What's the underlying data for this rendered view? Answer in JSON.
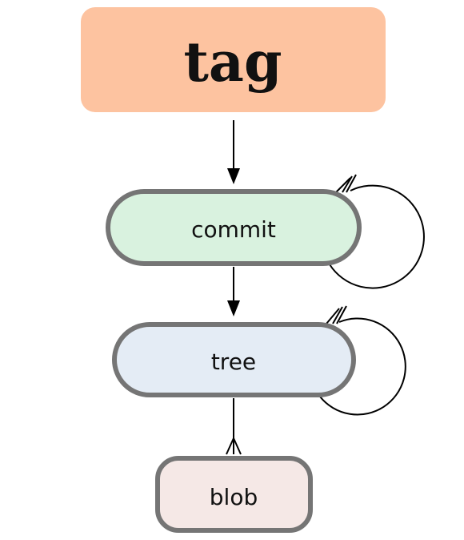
{
  "diagram": {
    "nodes": [
      {
        "id": "tag",
        "label": "tag",
        "fill": "#fdc3a0",
        "shape": "rounded-rect"
      },
      {
        "id": "commit",
        "label": "commit",
        "fill": "#d9f2df",
        "stroke": "#757575",
        "shape": "pill"
      },
      {
        "id": "tree",
        "label": "tree",
        "fill": "#e4ecf5",
        "stroke": "#757575",
        "shape": "pill"
      },
      {
        "id": "blob",
        "label": "blob",
        "fill": "#f5e8e6",
        "stroke": "#757575",
        "shape": "pill"
      }
    ],
    "edges": [
      {
        "from": "tag",
        "to": "commit",
        "kind": "one-to-one"
      },
      {
        "from": "commit",
        "to": "commit",
        "kind": "one-to-many-self-loop"
      },
      {
        "from": "commit",
        "to": "tree",
        "kind": "one-to-one"
      },
      {
        "from": "tree",
        "to": "tree",
        "kind": "one-to-many-self-loop"
      },
      {
        "from": "tree",
        "to": "blob",
        "kind": "one-to-many"
      }
    ]
  }
}
